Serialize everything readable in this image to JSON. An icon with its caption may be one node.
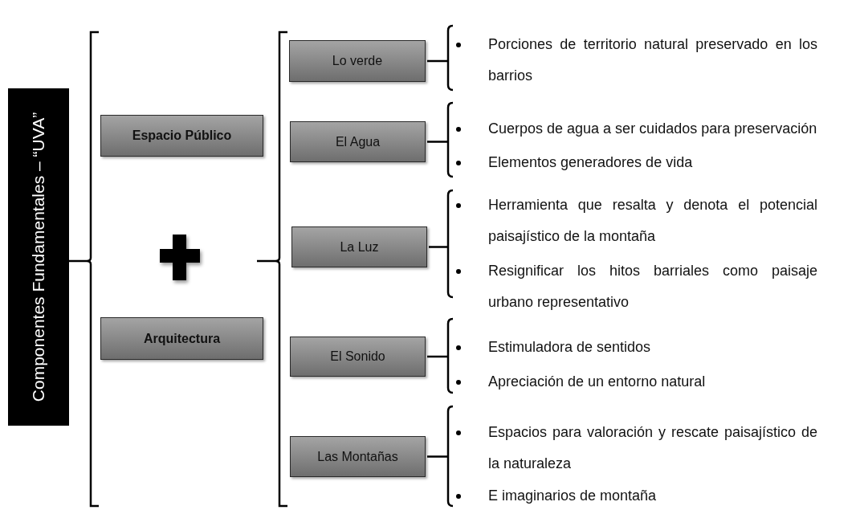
{
  "diagram": {
    "nodes": [
      {
        "text": [
          "Componentes Fundamentales – “UVA”"
        ]
      },
      {
        "text": [
          "Espacio Público"
        ]
      },
      {
        "text": [
          "Arquitectura"
        ]
      },
      {
        "text": [
          "Lo verde"
        ]
      },
      {
        "text": [
          "El Agua"
        ],
        "beside": [
          "Cuerpos de agua a ser cuidados para preservación",
          "Elementos generadores de vida"
        ]
      },
      {
        "text": [
          "La Luz"
        ],
        "beside": [
          "Herramienta que resalta y denota el potencial paisajístico de la montaña",
          "Resignificar los hitos barriales como paisaje urbano representativo"
        ]
      },
      {
        "text": [
          "El Sonido"
        ],
        "beside": [
          "Estimuladora de sentidos",
          "Apreciación de un entorno natural"
        ]
      },
      {
        "text": [
          "Las Montañas"
        ],
        "beside": [
          "Espacios para valoración y rescate paisajístico de la naturaleza",
          "E imaginarios de montaña"
        ]
      }
    ],
    "edges": [],
    "labels": [
      "Porciones de territorio natural preservado en los barrios"
    ]
  }
}
